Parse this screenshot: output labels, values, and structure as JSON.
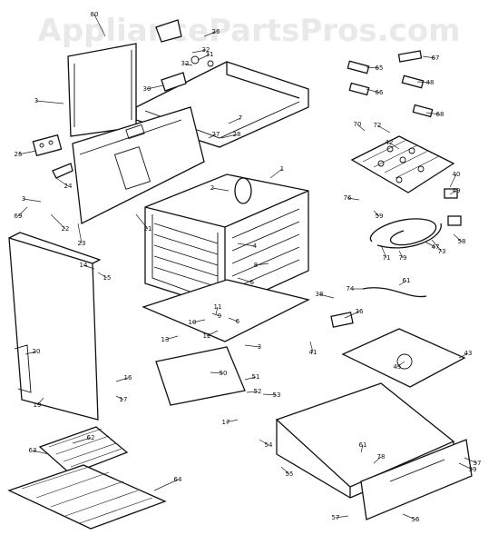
{
  "watermark": "AppliancePartsPros.com",
  "callouts": [
    {
      "label": "1"
    },
    {
      "label": "2"
    },
    {
      "label": "3"
    },
    {
      "label": "3"
    },
    {
      "label": "3"
    },
    {
      "label": "4"
    },
    {
      "label": "5"
    },
    {
      "label": "6"
    },
    {
      "label": "7"
    },
    {
      "label": "8"
    },
    {
      "label": "9"
    },
    {
      "label": "10"
    },
    {
      "label": "11"
    },
    {
      "label": "12"
    },
    {
      "label": "13"
    },
    {
      "label": "14"
    },
    {
      "label": "15"
    },
    {
      "label": "16"
    },
    {
      "label": "17"
    },
    {
      "label": "17"
    },
    {
      "label": "19"
    },
    {
      "label": "20"
    },
    {
      "label": "21"
    },
    {
      "label": "22"
    },
    {
      "label": "23"
    },
    {
      "label": "24"
    },
    {
      "label": "25"
    },
    {
      "label": "26"
    },
    {
      "label": "27"
    },
    {
      "label": "28"
    },
    {
      "label": "30"
    },
    {
      "label": "31"
    },
    {
      "label": "32"
    },
    {
      "label": "32"
    },
    {
      "label": "36"
    },
    {
      "label": "37"
    },
    {
      "label": "38"
    },
    {
      "label": "39"
    },
    {
      "label": "40"
    },
    {
      "label": "41"
    },
    {
      "label": "42"
    },
    {
      "label": "43"
    },
    {
      "label": "45"
    },
    {
      "label": "47"
    },
    {
      "label": "48"
    },
    {
      "label": "49"
    },
    {
      "label": "50"
    },
    {
      "label": "51"
    },
    {
      "label": "52"
    },
    {
      "label": "53"
    },
    {
      "label": "54"
    },
    {
      "label": "55"
    },
    {
      "label": "56"
    },
    {
      "label": "57"
    },
    {
      "label": "58"
    },
    {
      "label": "59"
    },
    {
      "label": "61"
    },
    {
      "label": "61"
    },
    {
      "label": "62"
    },
    {
      "label": "63"
    },
    {
      "label": "64"
    },
    {
      "label": "65"
    },
    {
      "label": "66"
    },
    {
      "label": "67"
    },
    {
      "label": "68"
    },
    {
      "label": "69"
    },
    {
      "label": "70"
    },
    {
      "label": "71"
    },
    {
      "label": "72"
    },
    {
      "label": "73"
    },
    {
      "label": "74"
    },
    {
      "label": "76"
    },
    {
      "label": "78"
    },
    {
      "label": "79"
    },
    {
      "label": "80"
    }
  ]
}
